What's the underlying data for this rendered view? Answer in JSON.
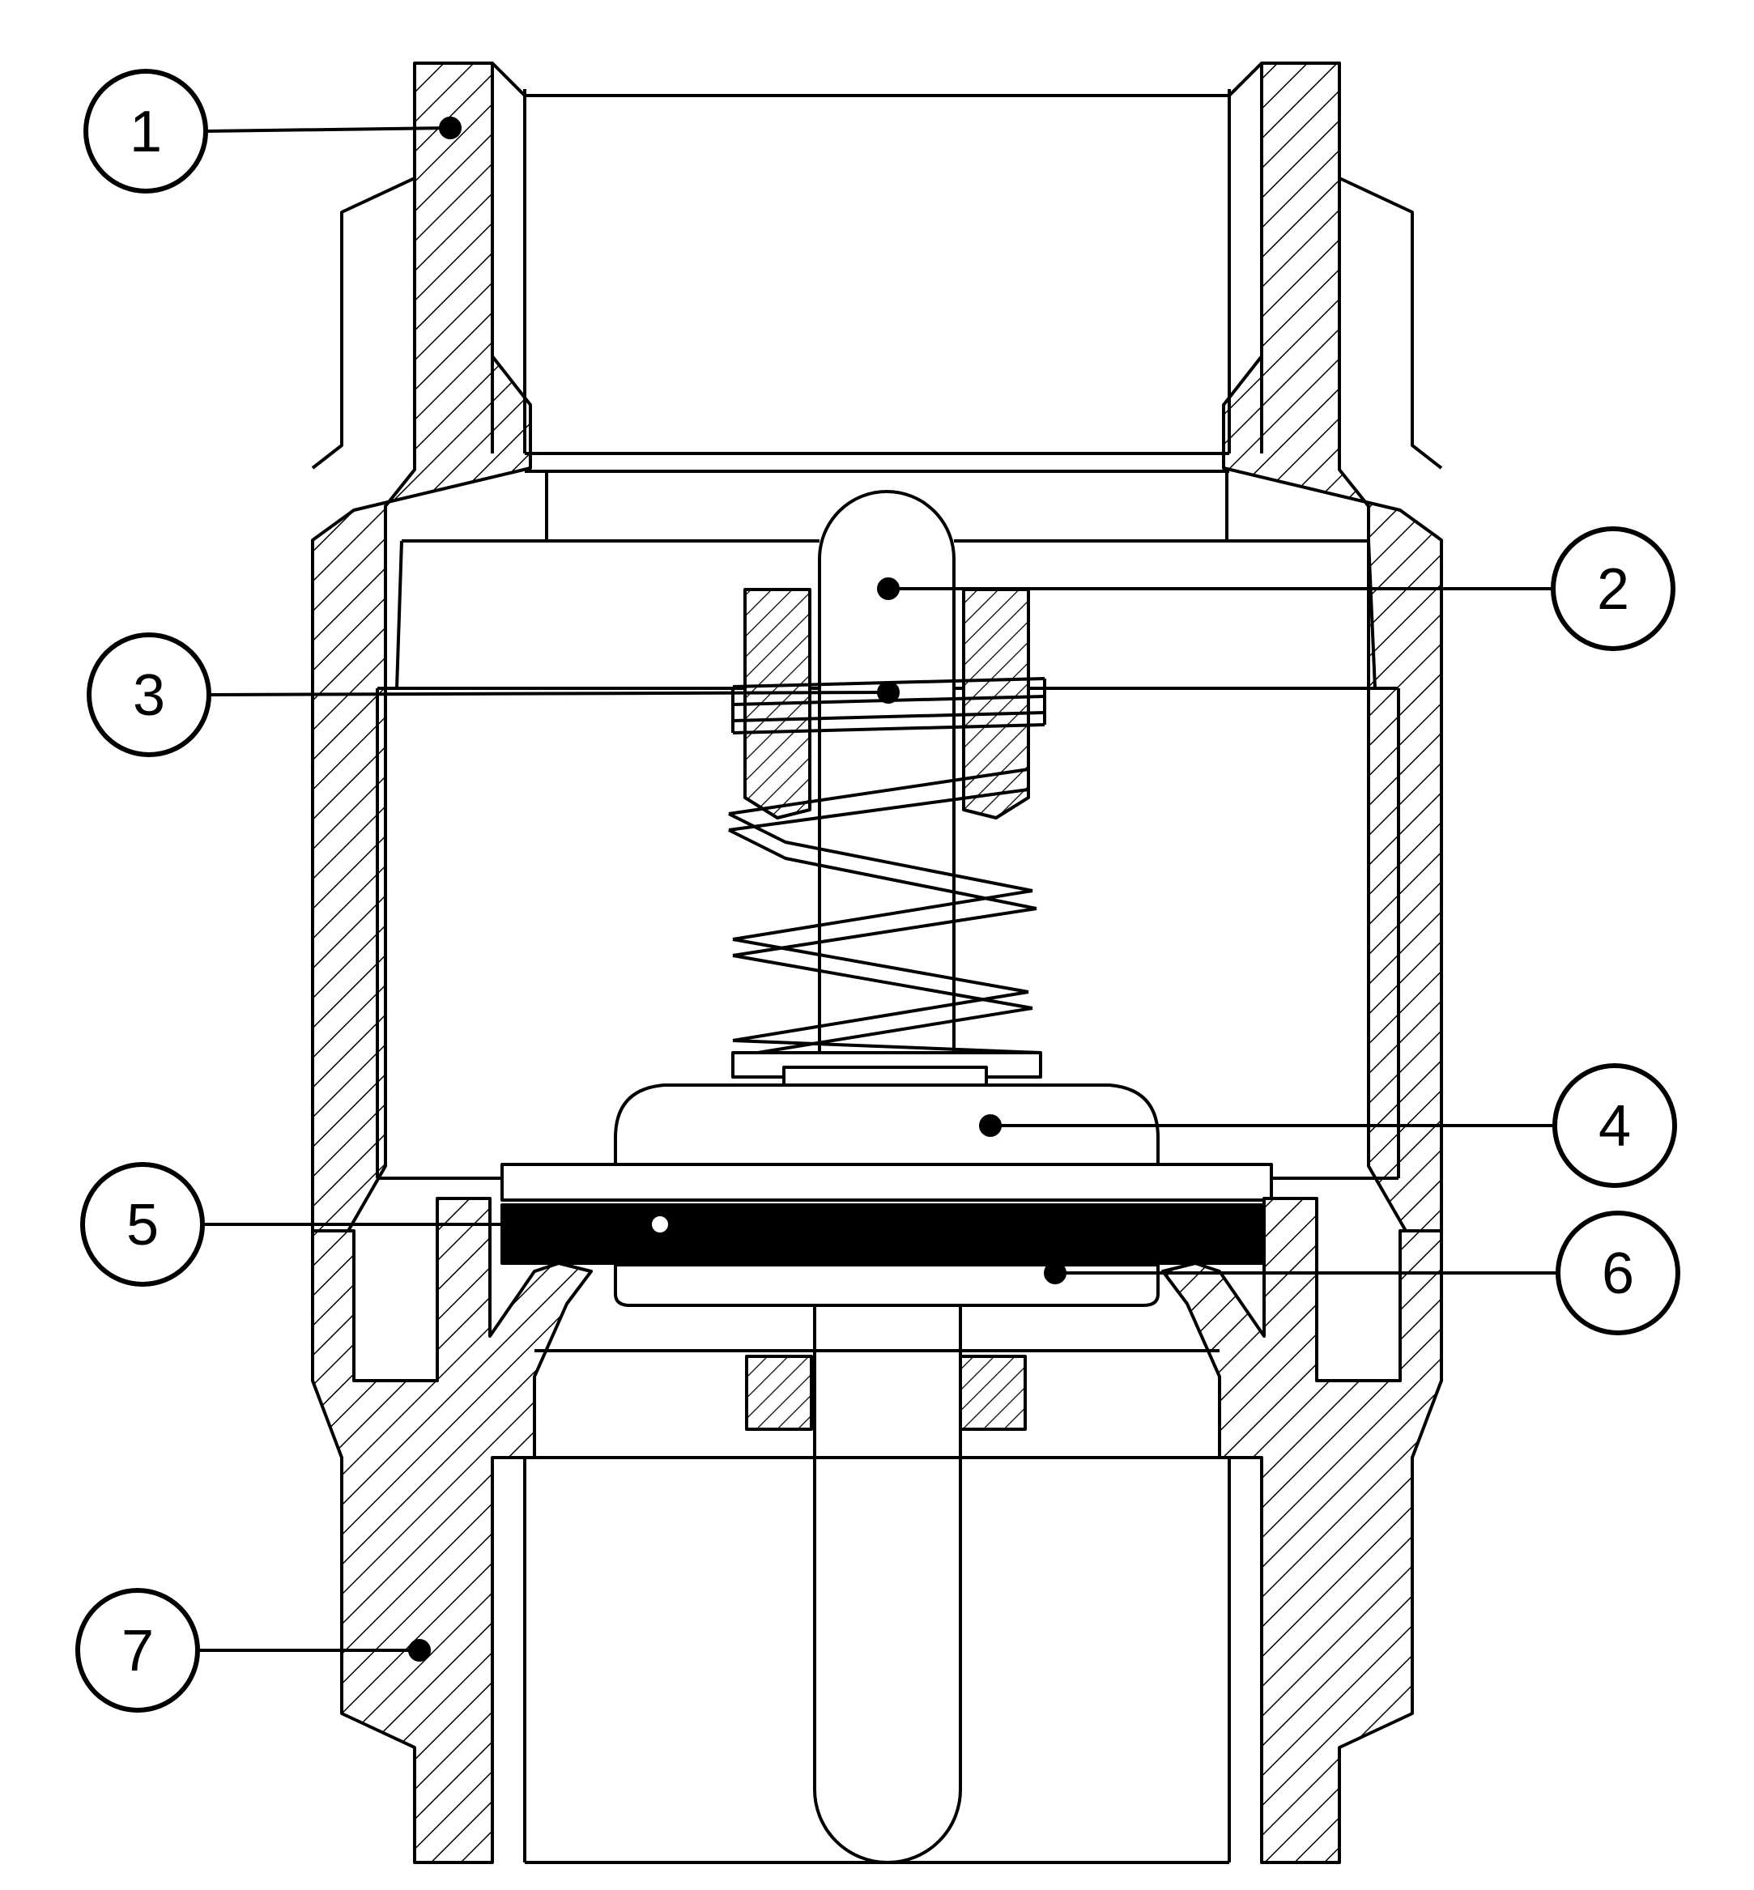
{
  "colors": {
    "ink": "#000000",
    "paper": "#ffffff",
    "seal": "#000000"
  },
  "callouts": [
    {
      "id": "1",
      "label": "1",
      "part": "body-upper"
    },
    {
      "id": "2",
      "label": "2",
      "part": "stem"
    },
    {
      "id": "3",
      "label": "3",
      "part": "spring"
    },
    {
      "id": "4",
      "label": "4",
      "part": "disc-cap"
    },
    {
      "id": "5",
      "label": "5",
      "part": "seal-ring"
    },
    {
      "id": "6",
      "label": "6",
      "part": "retainer"
    },
    {
      "id": "7",
      "label": "7",
      "part": "body-lower"
    }
  ]
}
